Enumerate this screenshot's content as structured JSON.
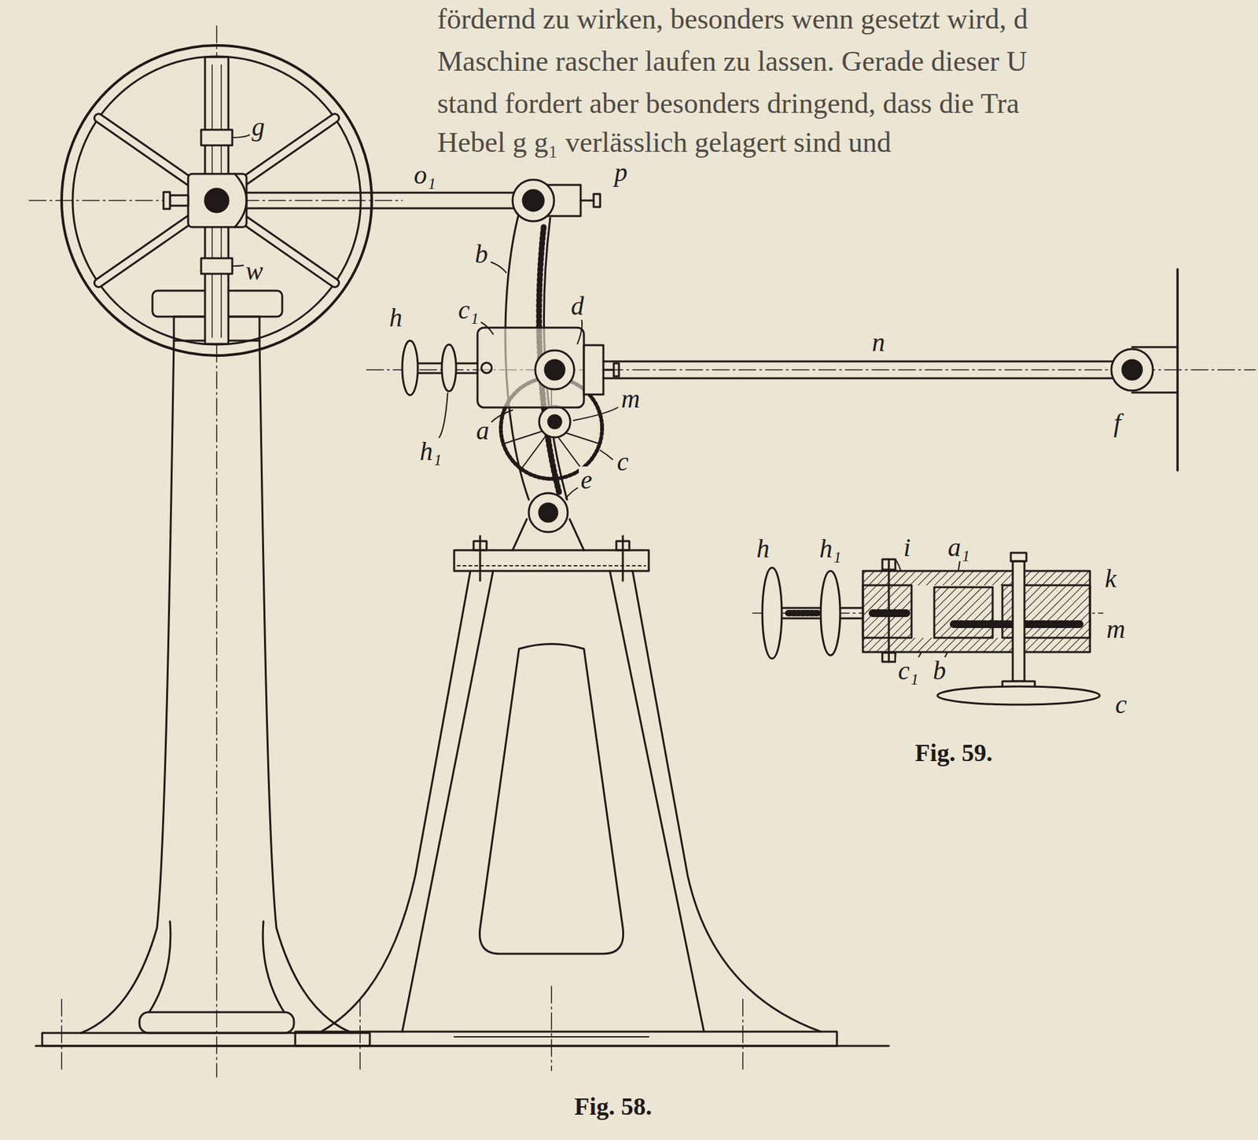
{
  "diagram": {
    "labels": [
      "fördernd zu wirken, besonders wenn gesetzt wird, d",
      "Maschine rascher laufen zu lassen. Gerade dieser U",
      "stand fordert aber besonders dringend, dass die Tra",
      "Hebel g g₁ verlässlich gelagert sind und",
      "g",
      "w",
      "o₁",
      "p",
      "b",
      "h",
      "c₁",
      "d",
      "n",
      "f",
      "h₁",
      "a",
      "m",
      "c",
      "e",
      "Fig. 58.",
      "h",
      "h₁",
      "i",
      "a₁",
      "k",
      "m",
      "c₁",
      "b",
      "c",
      "Fig. 59."
    ]
  }
}
